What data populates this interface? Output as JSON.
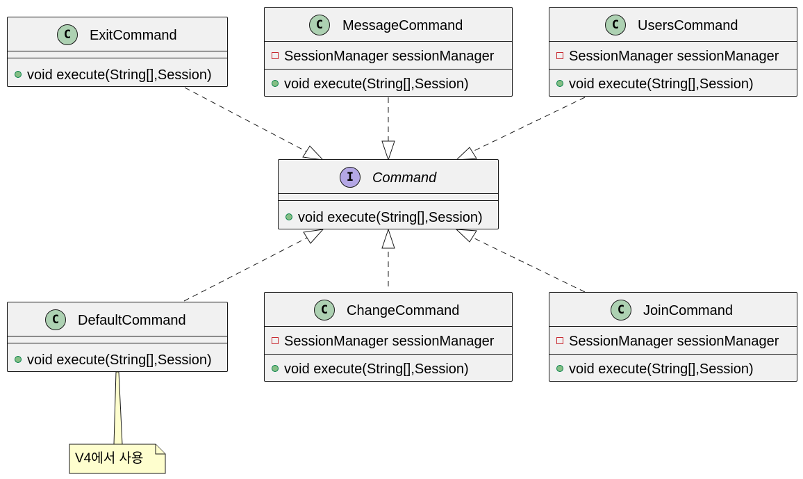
{
  "colors": {
    "class_fill": "#f1f1f1",
    "border": "#181818",
    "class_stereotype": "#add1b2",
    "interface_stereotype": "#b4a7e5",
    "public_marker": "#84be84",
    "private_marker": "#c82930",
    "note_fill": "#fefece"
  },
  "interface": {
    "stereotype": "I",
    "name": "Command",
    "method": "void execute(String[],Session)"
  },
  "classes": {
    "exit": {
      "stereotype": "C",
      "name": "ExitCommand",
      "method": "void execute(String[],Session)"
    },
    "message": {
      "stereotype": "C",
      "name": "MessageCommand",
      "field": "SessionManager sessionManager",
      "method": "void execute(String[],Session)"
    },
    "users": {
      "stereotype": "C",
      "name": "UsersCommand",
      "field": "SessionManager sessionManager",
      "method": "void execute(String[],Session)"
    },
    "default": {
      "stereotype": "C",
      "name": "DefaultCommand",
      "method": "void execute(String[],Session)"
    },
    "change": {
      "stereotype": "C",
      "name": "ChangeCommand",
      "field": "SessionManager sessionManager",
      "method": "void execute(String[],Session)"
    },
    "join": {
      "stereotype": "C",
      "name": "JoinCommand",
      "field": "SessionManager sessionManager",
      "method": "void execute(String[],Session)"
    }
  },
  "note": {
    "text": "V4에서 사용"
  }
}
